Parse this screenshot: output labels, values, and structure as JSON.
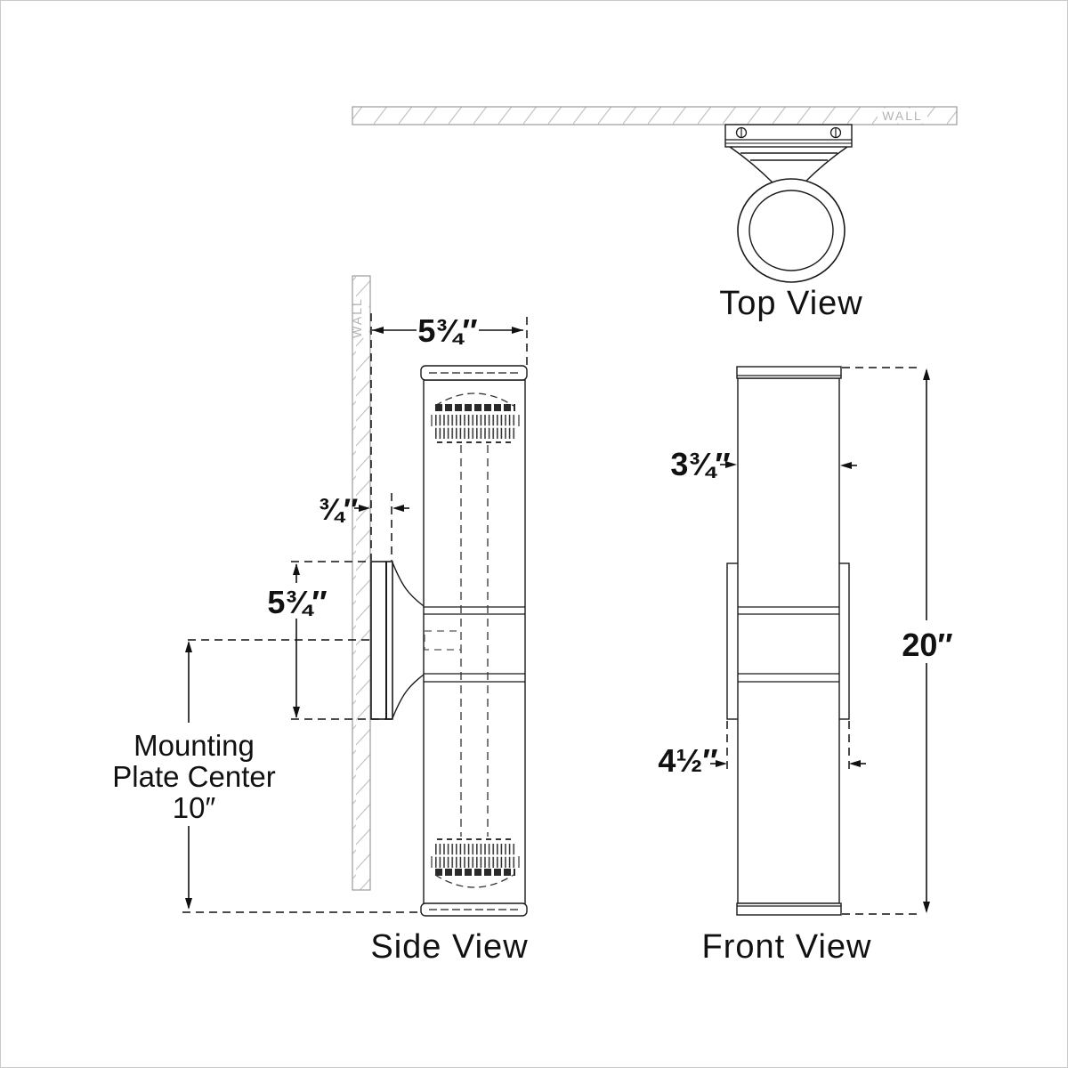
{
  "drawing": {
    "type": "technical-dimension-drawing",
    "subject": "double-cylinder wall sconce",
    "colors": {
      "line": "#1a1a1a",
      "wall_outline": "#9b9b9b",
      "hatch": "#c2c2c2",
      "wall_text": "#b3b3b3",
      "background": "#ffffff",
      "border": "#c9c9c9"
    },
    "wall_label": "WALL",
    "views": {
      "top": {
        "label": "Top View"
      },
      "side": {
        "label": "Side View"
      },
      "front": {
        "label": "Front View"
      }
    },
    "dimensions": {
      "projection_depth": "5¾″",
      "plate_standoff": "¾″",
      "plate_height": "5¾″",
      "mounting_plate_center": [
        "Mounting",
        "Plate Center",
        "10″"
      ],
      "body_width": "3¾″",
      "backplate_width": "4½″",
      "overall_height": "20″"
    }
  }
}
